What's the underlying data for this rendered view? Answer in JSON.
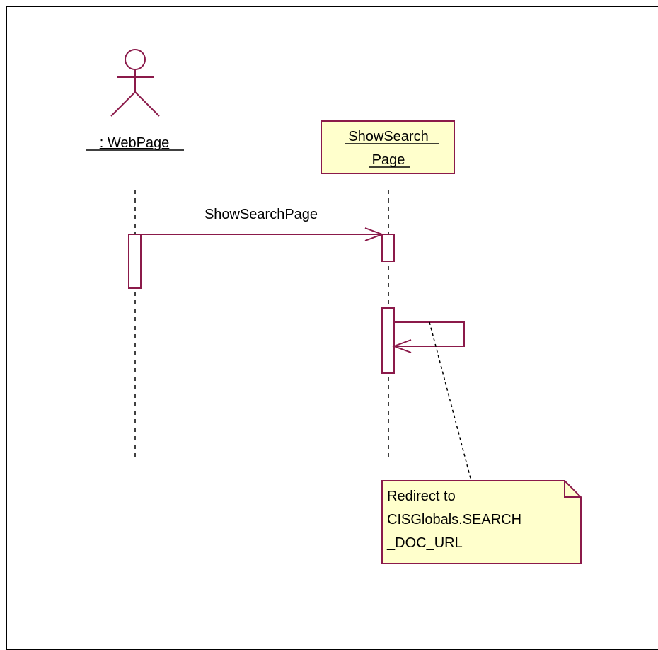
{
  "colors": {
    "line": "#8b1a4a",
    "note_fill": "#ffffcc",
    "note_border": "#8b1a4a",
    "text": "#000000",
    "dashed": "#000000"
  },
  "actor": {
    "label": ": WebPage"
  },
  "object": {
    "label_line1": "ShowSearch",
    "label_line2": "Page"
  },
  "messages": [
    {
      "label": "ShowSearchPage"
    }
  ],
  "note": {
    "line1": "Redirect to",
    "line2": "CISGlobals.SEARCH",
    "line3": "_DOC_URL"
  }
}
